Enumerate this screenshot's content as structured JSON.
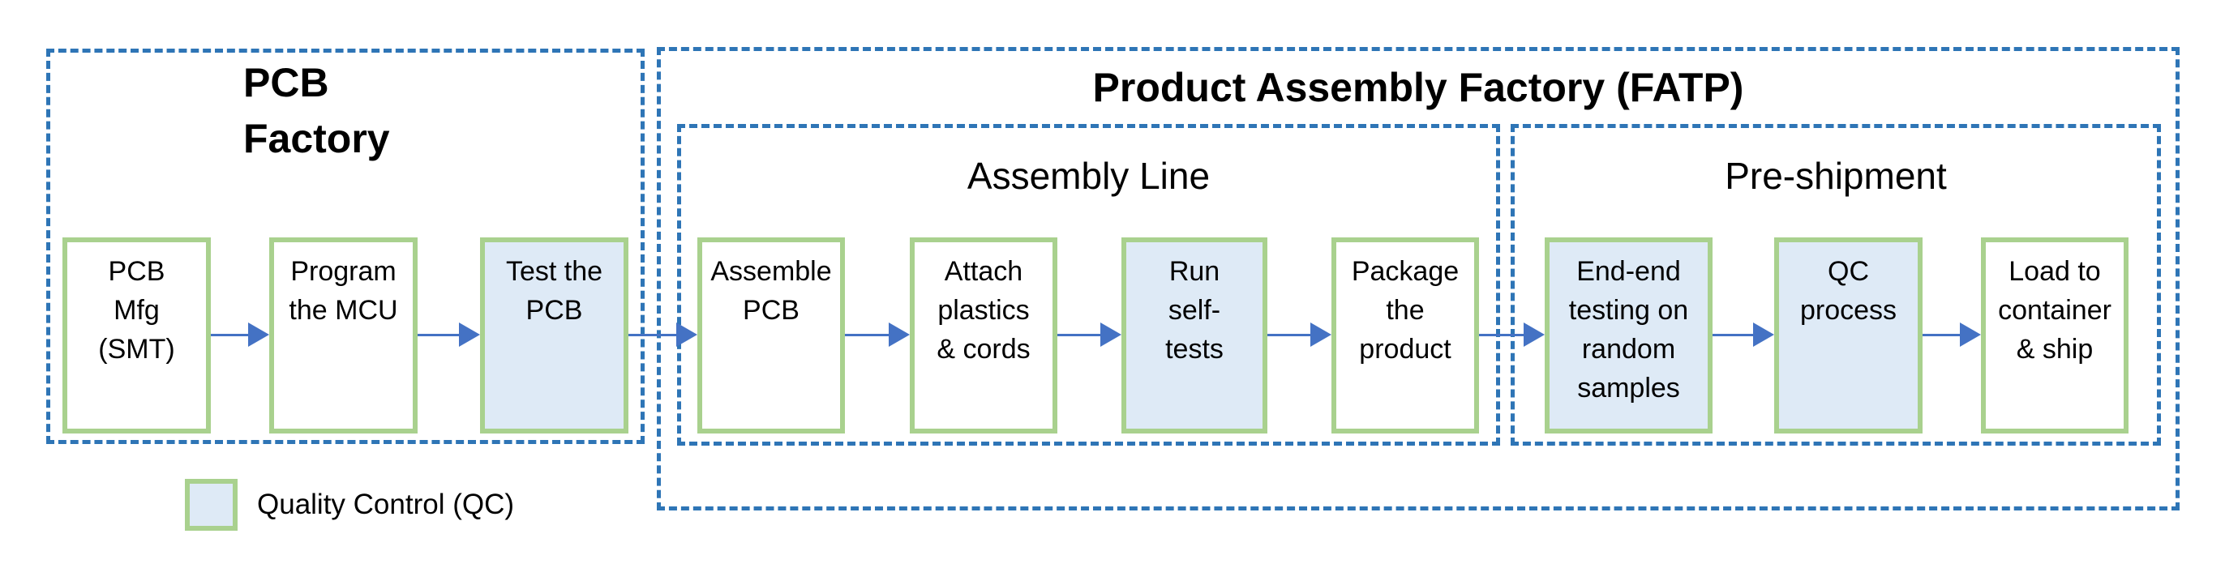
{
  "diagram": {
    "pcb_factory": {
      "title": "PCB\nFactory",
      "steps": [
        {
          "label": "PCB\nMfg\n(SMT)",
          "qc": false
        },
        {
          "label": "Program\nthe MCU",
          "qc": false
        },
        {
          "label": "Test the\nPCB",
          "qc": true
        }
      ]
    },
    "fatp": {
      "title": "Product Assembly Factory (FATP)",
      "assembly_line": {
        "title": "Assembly Line",
        "steps": [
          {
            "label": "Assemble\nPCB",
            "qc": false
          },
          {
            "label": "Attach\nplastics\n& cords",
            "qc": false
          },
          {
            "label": "Run\nself-\ntests",
            "qc": true
          },
          {
            "label": "Package\nthe\nproduct",
            "qc": false
          }
        ]
      },
      "pre_shipment": {
        "title": "Pre-shipment",
        "steps": [
          {
            "label": "End-end\ntesting on\nrandom\nsamples",
            "qc": true
          },
          {
            "label": "QC\nprocess",
            "qc": true
          },
          {
            "label": "Load to\ncontainer\n& ship",
            "qc": false
          }
        ]
      }
    },
    "legend": {
      "label": "Quality Control (QC)"
    },
    "colors": {
      "dashed_border": "#2E75B6",
      "step_border": "#A9D18E",
      "qc_fill": "#DEEAF6",
      "arrow": "#4472C4",
      "text": "#000000",
      "background": "#FFFFFF"
    }
  }
}
